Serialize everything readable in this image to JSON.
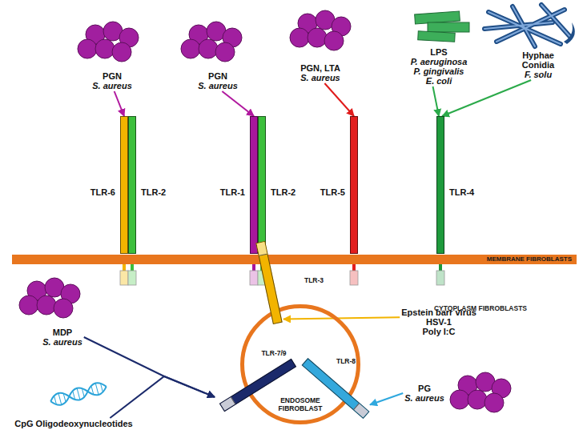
{
  "diagram": {
    "nodes": [
      {
        "text": [
          "PGN",
          "S. aureus"
        ]
      },
      {
        "text": [
          "TLR-6"
        ]
      },
      {
        "text": [
          "TLR-2"
        ]
      },
      {
        "text": [
          "PGN",
          "S. aureus"
        ]
      },
      {
        "text": [
          "TLR-1"
        ]
      },
      {
        "text": [
          "TLR-2"
        ]
      },
      {
        "text": [
          "PGN, LTA",
          "S. aureus"
        ]
      },
      {
        "text": [
          "TLR-5"
        ]
      },
      {
        "text": [
          "LPS",
          "P. aeruginosa",
          "P. gingivalis",
          "E. coli"
        ]
      },
      {
        "text": [
          "Hyphae",
          "Conidia",
          "F. solu"
        ]
      },
      {
        "text": [
          "TLR-4"
        ]
      },
      {
        "text": [
          "MEMBRANE FIBROBLASTS"
        ]
      },
      {
        "text": [
          "MDP",
          "S. aureus"
        ]
      },
      {
        "text": [
          "CpG Oligodeoxynucleotides"
        ]
      },
      {
        "text": [
          "ENDOSOME FIBROBLAST"
        ]
      },
      {
        "text": [
          "TLR-3"
        ],
        "in": 14
      },
      {
        "text": [
          "TLR-7/9"
        ],
        "in": 14
      },
      {
        "text": [
          "TLR-8"
        ],
        "in": 14
      },
      {
        "text": [
          "Epstein barr virus",
          "HSV-1",
          "Poly I:C"
        ]
      },
      {
        "text": [
          "PG",
          "S. aureus"
        ]
      }
    ],
    "edges": [
      {
        "from": 0,
        "to": 1,
        "arrow": "to"
      },
      {
        "from": 3,
        "to": 4,
        "arrow": "to"
      },
      {
        "from": 6,
        "to": 7,
        "arrow": "to"
      },
      {
        "from": 8,
        "to": 10,
        "arrow": "to"
      },
      {
        "from": 9,
        "to": 10,
        "arrow": "to"
      },
      {
        "from": 18,
        "to": 15,
        "arrow": "to"
      },
      {
        "from": 12,
        "to": 16,
        "arrow": "to"
      },
      {
        "from": 13,
        "to": 16,
        "arrow": "to"
      },
      {
        "from": 19,
        "to": 17,
        "arrow": "to"
      }
    ],
    "labels": [
      "CYTOPLASM FIBROBLASTS"
    ]
  }
}
